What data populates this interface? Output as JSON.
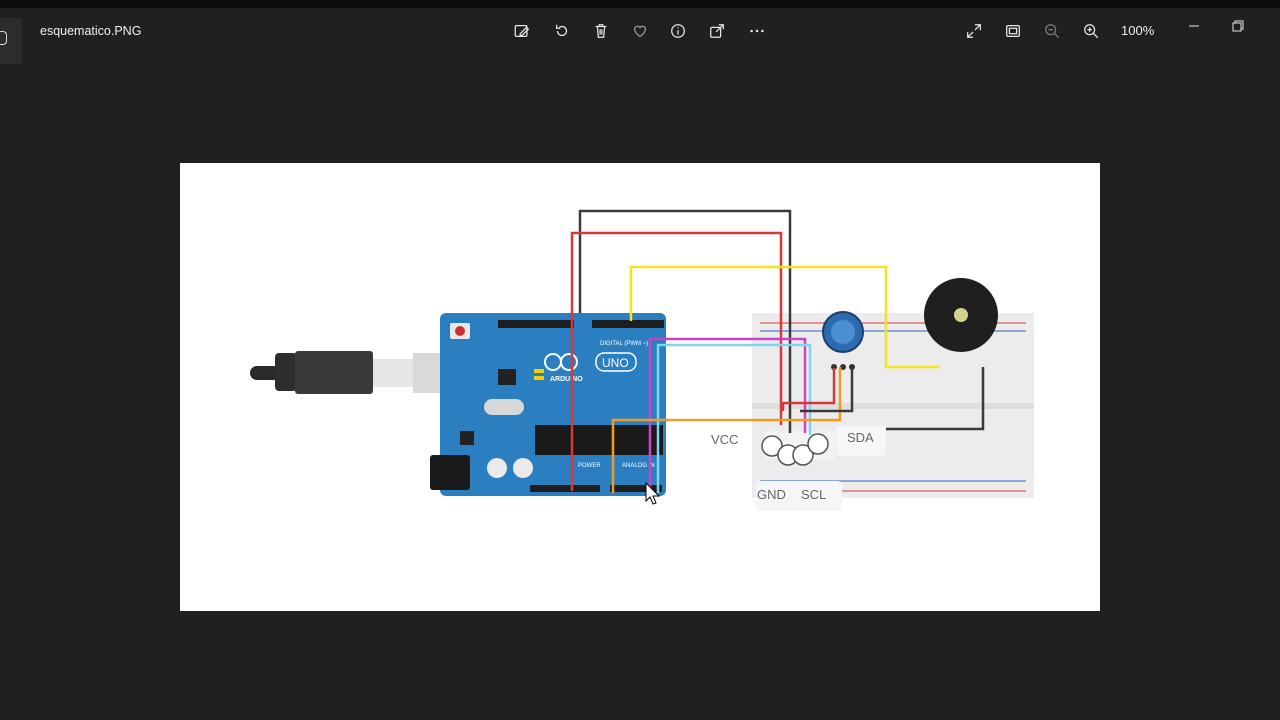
{
  "window": {
    "filename": "esquematico.PNG",
    "zoom_level": "100%"
  },
  "toolbar": {
    "icons": [
      "edit-image-icon",
      "rotate-icon",
      "delete-icon",
      "favorite-icon",
      "info-icon",
      "share-icon",
      "more-icon"
    ],
    "right_icons": [
      "fullscreen-icon",
      "fit-to-window-icon",
      "zoom-out-icon",
      "zoom-in-icon"
    ]
  },
  "schematic": {
    "board_digital_label": "DIGITAL (PWM ~)",
    "board_brand": "ARDUINO",
    "board_model": "UNO",
    "power_label": "POWER",
    "analog_label": "ANALOG IN",
    "lcd_pin_labels": {
      "vcc": "VCC",
      "sda": "SDA",
      "gnd": "GND",
      "scl": "SCL"
    },
    "wire_colors": {
      "black": "#3a3a3a",
      "red": "#d9383a",
      "yellow": "#f5e31e",
      "magenta": "#c744c8",
      "cyan": "#7fd6ea",
      "orange": "#f09a1e"
    },
    "board_color": "#2b7fc0"
  }
}
